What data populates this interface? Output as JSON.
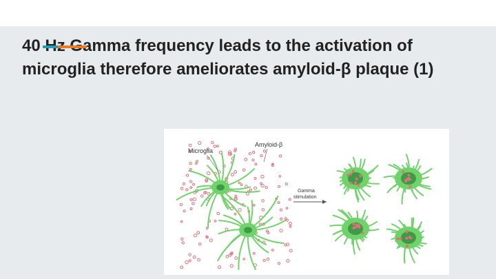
{
  "slide": {
    "title": "40 Hz Gamma frequency leads to the activation of microglia therefore ameliorates amyloid-β plaque (1)",
    "accent_colors": [
      "#2b9bb5",
      "#ea7a24"
    ],
    "background": "#e8ebee"
  },
  "figure": {
    "label_microglia": "Microglia",
    "label_amyloid": "Amyloid-β",
    "label_gamma_line1": "Gamma",
    "label_gamma_line2": "stimulation",
    "microglia_color": "#6fd36a",
    "amyloid_color": "#e0707a"
  }
}
